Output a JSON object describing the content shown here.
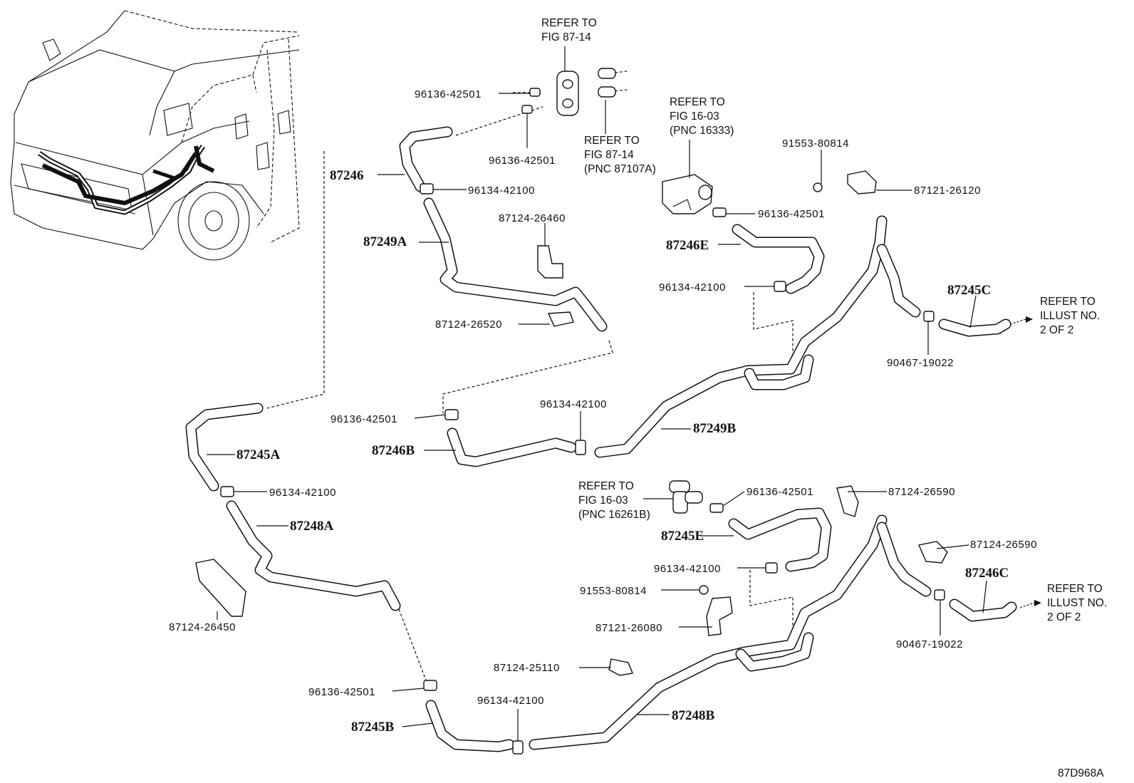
{
  "diagram_code": "87D968A",
  "references": {
    "ref_87_14_top": {
      "line1": "REFER TO",
      "line2": "FIG 87-14"
    },
    "ref_87_14_pnc": {
      "line1": "REFER TO",
      "line2": "FIG 87-14",
      "line3": "(PNC 87107A)"
    },
    "ref_16_03_top": {
      "line1": "REFER TO",
      "line2": "FIG 16-03",
      "line3": "(PNC 16333)"
    },
    "ref_16_03_mid": {
      "line1": "REFER TO",
      "line2": "FIG 16-03",
      "line3": "(PNC 16261B)"
    },
    "ref_illust_upper": {
      "line1": "REFER TO",
      "line2": "ILLUST NO.",
      "line3": "2 OF 2"
    },
    "ref_illust_lower": {
      "line1": "REFER TO",
      "line2": "ILLUST NO.",
      "line3": "2 OF 2"
    }
  },
  "labels": {
    "p96136_42501_a": "96136-42501",
    "p96136_42501_b": "96136-42501",
    "p87246": "87246",
    "p96134_42100_a": "96134-42100",
    "p87249A": "87249A",
    "p87124_26460": "87124-26460",
    "p87124_26520": "87124-26520",
    "p96136_42501_c": "96136-42501",
    "p91553_80814_a": "91553-80814",
    "p87121_26120": "87121-26120",
    "p87246E": "87246E",
    "p96134_42100_b": "96134-42100",
    "p87245C": "87245C",
    "p90467_19022_a": "90467-19022",
    "p96136_42501_d": "96136-42501",
    "p96134_42100_c": "96134-42100",
    "p87246B": "87246B",
    "p87249B": "87249B",
    "p87245A": "87245A",
    "p96134_42100_d": "96134-42100",
    "p87248A": "87248A",
    "p96136_42501_e": "96136-42501",
    "p87124_26590_a": "87124-26590",
    "p87245E": "87245E",
    "p87124_26590_b": "87124-26590",
    "p96134_42100_e": "96134-42100",
    "p91553_80814_b": "91553-80814",
    "p87121_26080": "87121-26080",
    "p87246C": "87246C",
    "p90467_19022_b": "90467-19022",
    "p87124_26450": "87124-26450",
    "p87124_25110": "87124-25110",
    "p96136_42501_f": "96136-42501",
    "p96134_42100_f": "96134-42100",
    "p87245B": "87245B",
    "p87248B": "87248B"
  }
}
